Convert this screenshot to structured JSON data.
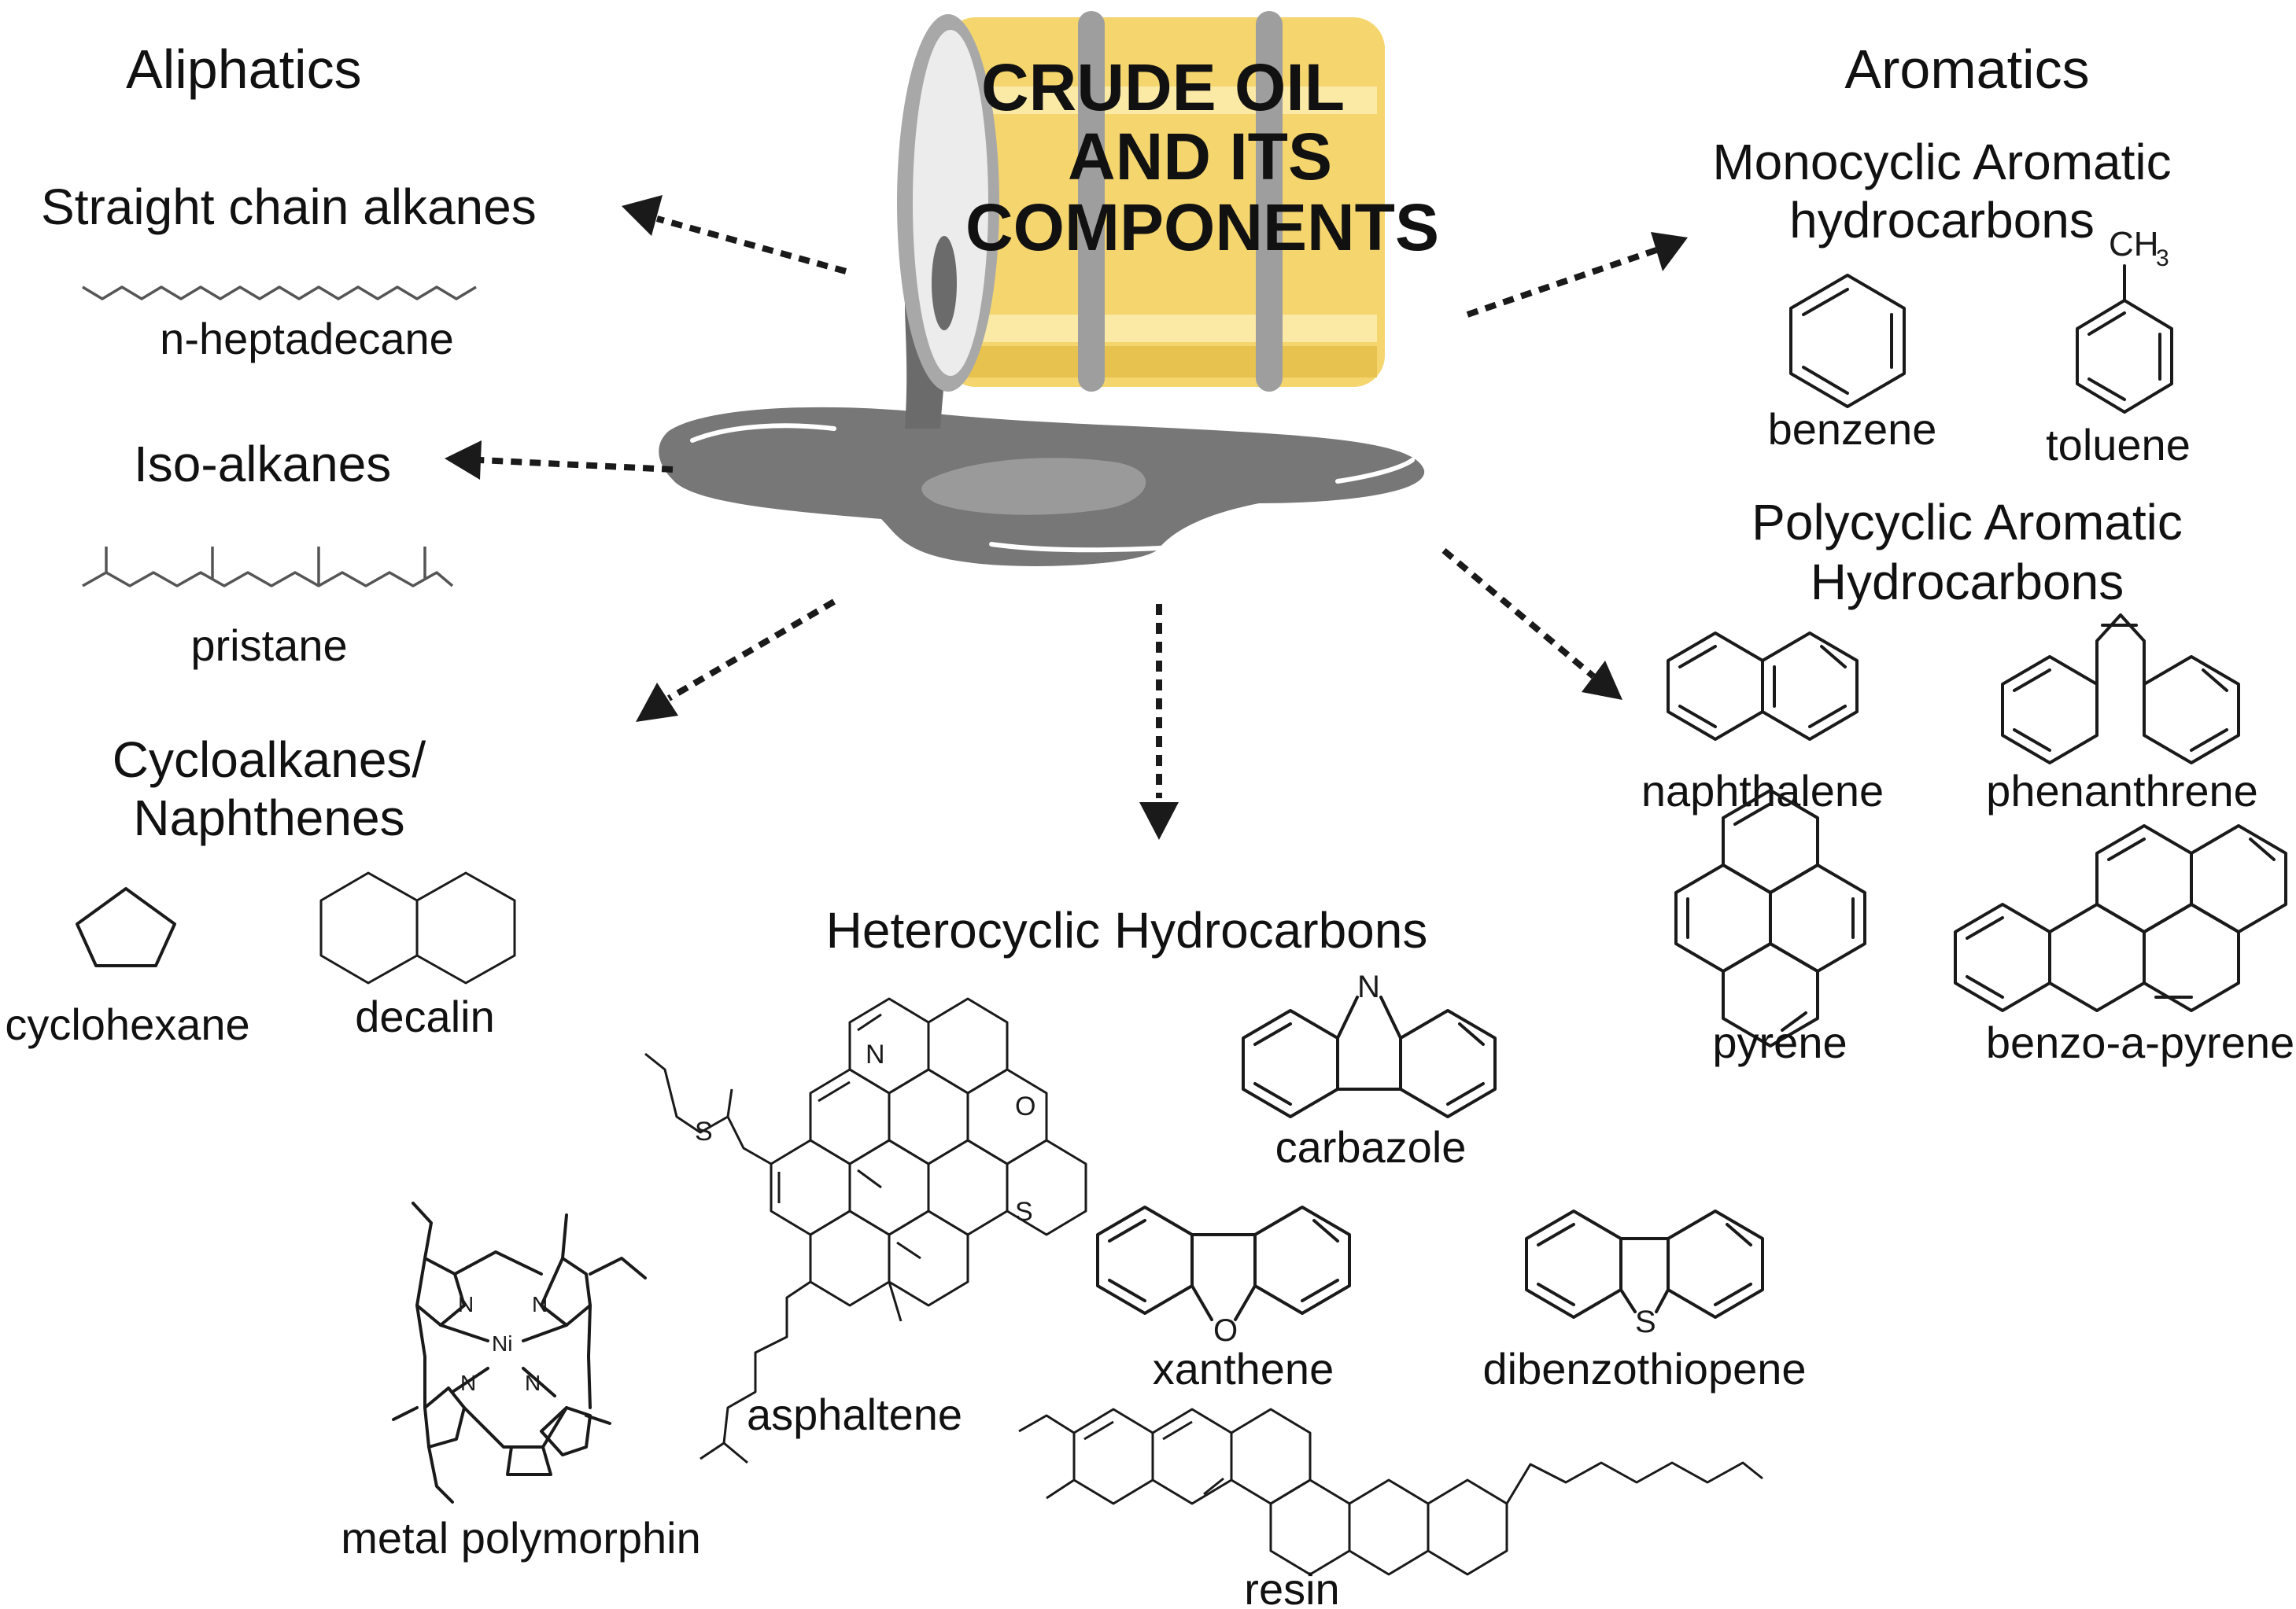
{
  "barrel": {
    "title_lines": [
      "CRUDE OIL",
      "AND ITS",
      "COMPONENTS"
    ]
  },
  "colors": {
    "barrel_yellow": "#f5d56e",
    "barrel_stripe": "#fbe9a6",
    "barrel_ring": "#9e9e9e",
    "oil_dark": "#6b6b6b",
    "oil_light": "#8e8e8e"
  },
  "aliphatics": {
    "heading": "Aliphatics",
    "straight_chain": {
      "title": "Straight chain alkanes",
      "example": "n-heptadecane"
    },
    "iso_alkanes": {
      "title": "Iso-alkanes",
      "example": "pristane"
    },
    "cycloalkanes": {
      "title_lines": [
        "Cycloalkanes/",
        "Naphthenes"
      ],
      "examples": [
        "cyclohexane",
        "decalin"
      ]
    }
  },
  "aromatics": {
    "heading": "Aromatics",
    "monocyclic": {
      "title_lines": [
        "Monocyclic Aromatic",
        "hydrocarbons"
      ],
      "examples": [
        "benzene",
        "toluene"
      ],
      "methyl_label": "CH",
      "methyl_sub": "3"
    },
    "polycyclic": {
      "title_lines": [
        "Polycyclic Aromatic",
        "Hydrocarbons"
      ],
      "examples": [
        "naphthalene",
        "phenanthrene",
        "pyrene",
        "benzo-a-pyrene"
      ]
    }
  },
  "heterocyclic": {
    "title": "Heterocyclic Hydrocarbons",
    "examples": [
      "carbazole",
      "xanthene",
      "dibenzothiopene",
      "asphaltene",
      "metal polymorphin",
      "resin"
    ],
    "atoms": {
      "nitrogen": "N",
      "oxygen": "O",
      "sulfur": "S",
      "nickel": "Ni"
    }
  }
}
